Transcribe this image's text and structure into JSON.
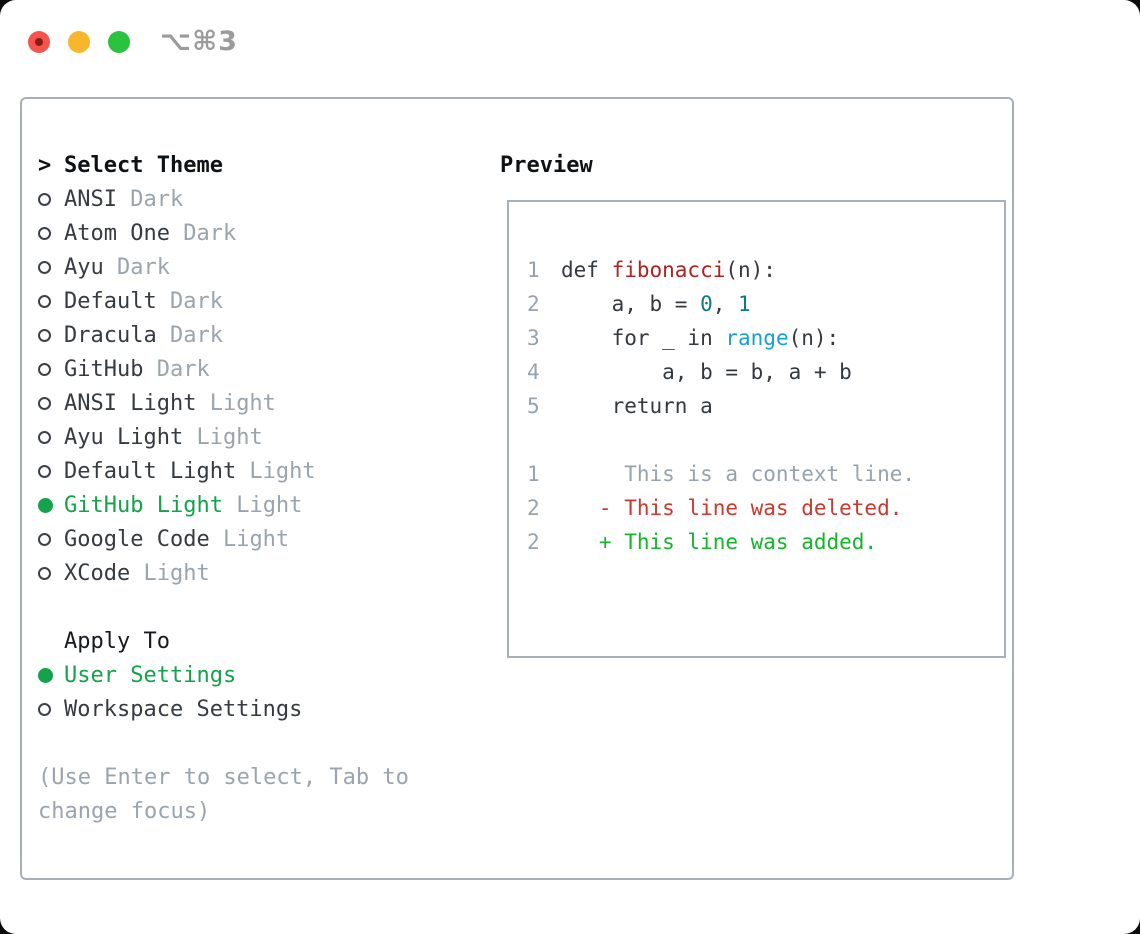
{
  "window": {
    "shortcut_label": "⌥⌘3",
    "traffic_lights": [
      "close",
      "minimize",
      "maximize"
    ]
  },
  "theme_picker": {
    "prompt": ">",
    "title": "Select Theme",
    "items": [
      {
        "name": "ANSI",
        "variant": "Dark",
        "selected": false
      },
      {
        "name": "Atom One",
        "variant": "Dark",
        "selected": false
      },
      {
        "name": "Ayu",
        "variant": "Dark",
        "selected": false
      },
      {
        "name": "Default",
        "variant": "Dark",
        "selected": false
      },
      {
        "name": "Dracula",
        "variant": "Dark",
        "selected": false
      },
      {
        "name": "GitHub",
        "variant": "Dark",
        "selected": false
      },
      {
        "name": "ANSI Light",
        "variant": "Light",
        "selected": false
      },
      {
        "name": "Ayu Light",
        "variant": "Light",
        "selected": false
      },
      {
        "name": "Default Light",
        "variant": "Light",
        "selected": false
      },
      {
        "name": "GitHub Light",
        "variant": "Light",
        "selected": true
      },
      {
        "name": "Google Code",
        "variant": "Light",
        "selected": false
      },
      {
        "name": "XCode",
        "variant": "Light",
        "selected": false
      }
    ],
    "apply_to": {
      "title": "Apply To",
      "options": [
        {
          "label": "User Settings",
          "selected": true
        },
        {
          "label": "Workspace Settings",
          "selected": false
        }
      ]
    },
    "hint_lines": [
      "(Use Enter to select, Tab to",
      "change focus)"
    ]
  },
  "preview": {
    "title": "Preview",
    "code_lines": [
      {
        "num": "1",
        "tokens": [
          {
            "t": "def ",
            "c": "plain"
          },
          {
            "t": "fibonacci",
            "c": "func"
          },
          {
            "t": "(n):",
            "c": "plain"
          }
        ]
      },
      {
        "num": "2",
        "tokens": [
          {
            "t": "    a, b = ",
            "c": "plain"
          },
          {
            "t": "0",
            "c": "number"
          },
          {
            "t": ", ",
            "c": "plain"
          },
          {
            "t": "1",
            "c": "number"
          }
        ]
      },
      {
        "num": "3",
        "tokens": [
          {
            "t": "    for _ in ",
            "c": "plain"
          },
          {
            "t": "range",
            "c": "builtin"
          },
          {
            "t": "(n):",
            "c": "plain"
          }
        ]
      },
      {
        "num": "4",
        "tokens": [
          {
            "t": "        a, b = b, a + b",
            "c": "plain"
          }
        ]
      },
      {
        "num": "5",
        "tokens": [
          {
            "t": "    return a",
            "c": "plain"
          }
        ]
      }
    ],
    "diff_lines": [
      {
        "num": "1",
        "tokens": [
          {
            "t": "     This is a context line.",
            "c": "context"
          }
        ]
      },
      {
        "num": "2",
        "tokens": [
          {
            "t": "   - This line was deleted.",
            "c": "deleted"
          }
        ]
      },
      {
        "num": "2",
        "tokens": [
          {
            "t": "   + This line was added.",
            "c": "added"
          }
        ]
      }
    ]
  },
  "colors": {
    "ink": "#0f1215",
    "item": "#363b41",
    "muted": "#9aa4af",
    "green": "#14a24b",
    "added": "#13b62b",
    "deleted": "#cb392e",
    "func": "#b02220",
    "num_teal": "#0e7a80",
    "builtin": "#189fd6",
    "border": "#a7afb9",
    "ln": "#98a2ad",
    "tl_red": "#f4534e",
    "tl_red_dot": "#871d12",
    "tl_yellow": "#f8b62d",
    "tl_green": "#29c340",
    "shortcut": "#9b9b9b"
  }
}
